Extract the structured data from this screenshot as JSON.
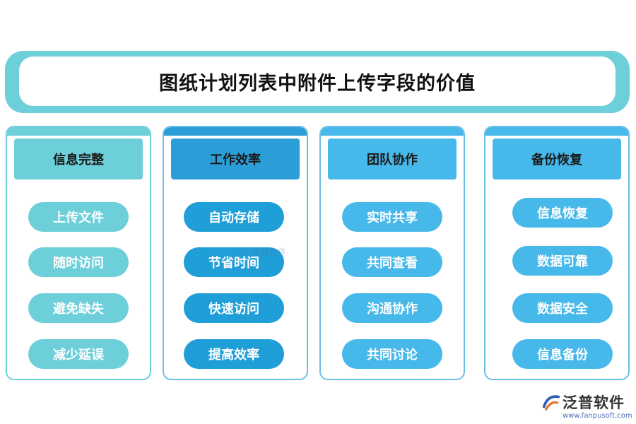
{
  "title": "图纸计划列表中附件上传字段的价值",
  "columns": [
    {
      "header": "信息完整",
      "border": "#6dcfd9",
      "band": "#6dcfd9",
      "header_bg": "#6dcfd9",
      "pill_bg": "#6dcfd9",
      "items": [
        "上传文件",
        "随时访问",
        "避免缺失",
        "减少延误"
      ]
    },
    {
      "header": "工作效率",
      "border": "#6bc0e6",
      "band": "#2b9ed8",
      "header_bg": "#2b9ed8",
      "pill_bg": "#1f9ed8",
      "items": [
        "自动存储",
        "节省时间",
        "快速访问",
        "提高效率"
      ]
    },
    {
      "header": "团队协作",
      "border": "#6bc0e6",
      "band": "#46b8ea",
      "header_bg": "#46b8ea",
      "pill_bg": "#46b8ea",
      "items": [
        "实时共享",
        "共同查看",
        "沟通协作",
        "共同讨论"
      ]
    },
    {
      "header": "备份恢复",
      "border": "#6bc0e6",
      "band": "#46b8ea",
      "header_bg": "#46b8ea",
      "pill_bg": "#46b8ea",
      "items": [
        "信息恢复",
        "数据可靠",
        "数据安全",
        "信息备份"
      ]
    }
  ],
  "watermark": "泛普软件",
  "brand": {
    "name": "泛普软件",
    "url": "www.fanpusoft.com",
    "logo_icon": "fanpu-logo-icon"
  }
}
